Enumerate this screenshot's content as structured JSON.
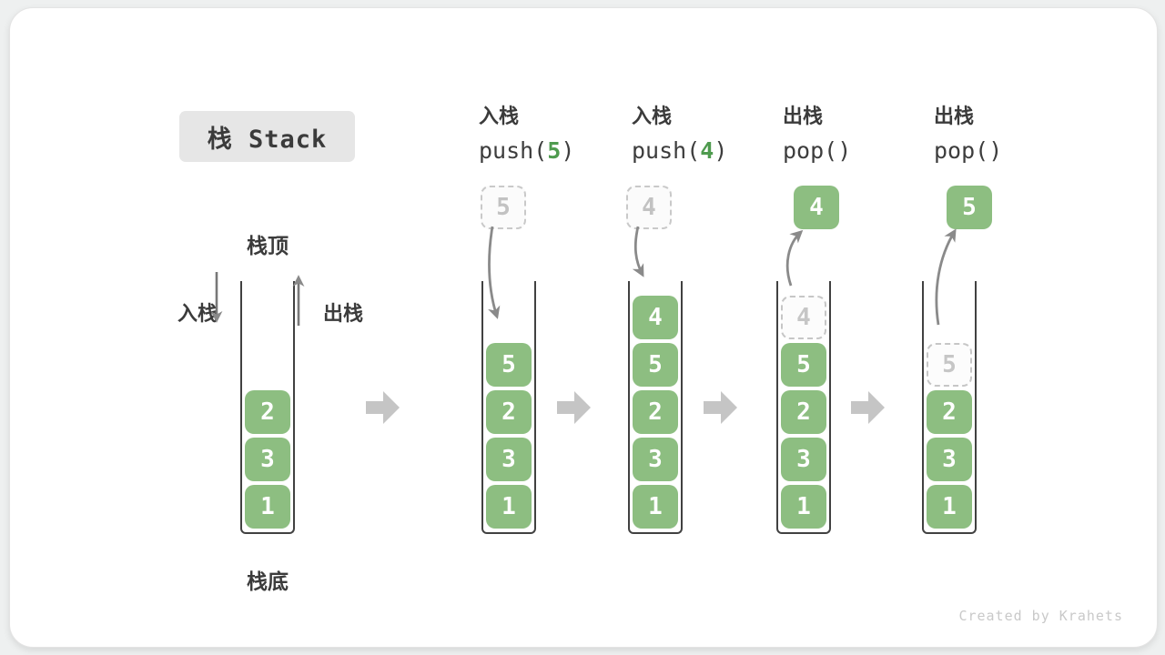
{
  "title": {
    "label": "栈 Stack"
  },
  "stack_labels": {
    "top": "栈顶",
    "bottom": "栈底",
    "push_side": "入栈",
    "pop_side": "出栈"
  },
  "operations": [
    {
      "label_cn": "入栈",
      "code_pre": "push(",
      "code_arg": "5",
      "code_post": ")",
      "floating_value": "5",
      "floating_style": "dashed"
    },
    {
      "label_cn": "入栈",
      "code_pre": "push(",
      "code_arg": "4",
      "code_post": ")",
      "floating_value": "4",
      "floating_style": "dashed"
    },
    {
      "label_cn": "出栈",
      "code_pre": "pop(",
      "code_arg": "",
      "code_post": ")",
      "floating_value": "4",
      "floating_style": "solid"
    },
    {
      "label_cn": "出栈",
      "code_pre": "pop(",
      "code_arg": "",
      "code_post": ")",
      "floating_value": "5",
      "floating_style": "solid"
    }
  ],
  "stacks": [
    {
      "name": "initial",
      "items": [
        "2",
        "3",
        "1"
      ]
    },
    {
      "name": "after-push-5",
      "items": [
        "5",
        "2",
        "3",
        "1"
      ]
    },
    {
      "name": "after-push-4",
      "items": [
        "4",
        "5",
        "2",
        "3",
        "1"
      ]
    },
    {
      "name": "after-pop-4",
      "ghost": "4",
      "items": [
        "5",
        "2",
        "3",
        "1"
      ]
    },
    {
      "name": "after-pop-5",
      "ghost": "5",
      "items": [
        "2",
        "3",
        "1"
      ]
    }
  ],
  "watermark": "Created by Krahets",
  "colors": {
    "element_green": "#8DBE81",
    "code_arg_green": "#4F9B4F",
    "curved_arrow_gray": "#8A8A8A",
    "flow_arrow_gray": "#C5C5C5",
    "title_badge_bg": "#E6E6E6",
    "text_dark": "#3B3B3B",
    "ghost_gray": "#C6C6C6"
  }
}
